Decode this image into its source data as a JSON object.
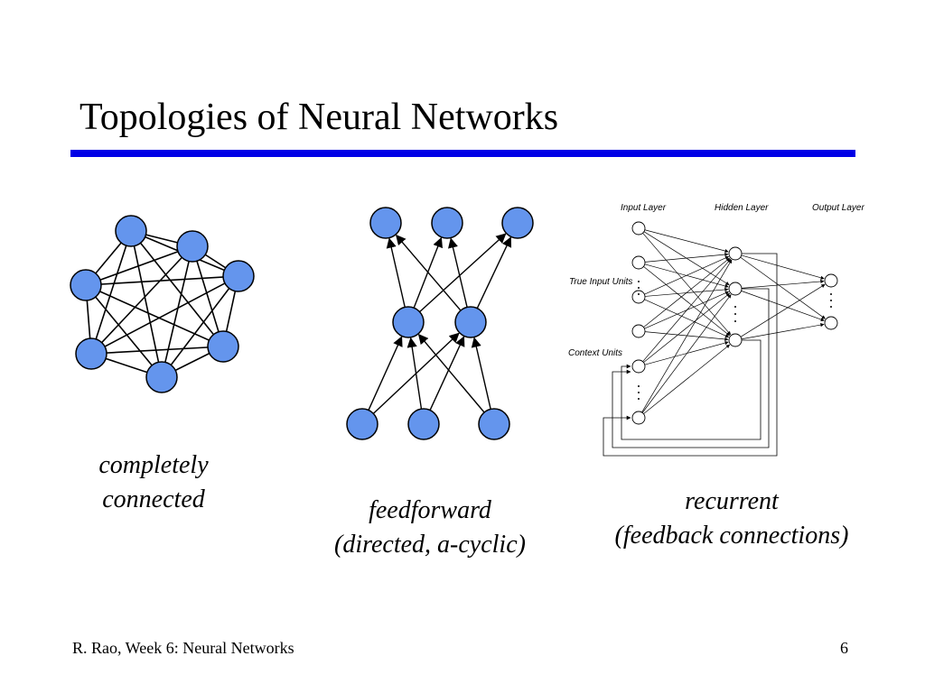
{
  "slide": {
    "title": "Topologies of Neural Networks",
    "footer_author": "R. Rao, Week 6: Neural Networks",
    "page_number": "6"
  },
  "captions": {
    "completely_connected": [
      "completely",
      "connected"
    ],
    "feedforward": [
      "feedforward",
      "(directed, a-cyclic)"
    ],
    "recurrent": [
      "recurrent",
      "(feedback connections)"
    ]
  },
  "recurrent_diagram": {
    "input_layer": "Input  Layer",
    "hidden_layer": "Hidden  Layer",
    "output_layer": "Output  Layer",
    "true_input_units": "True Input Units",
    "context_units": "Context  Units"
  },
  "colors": {
    "node_fill": "#6495ed",
    "title_rule": "#0000e6"
  }
}
